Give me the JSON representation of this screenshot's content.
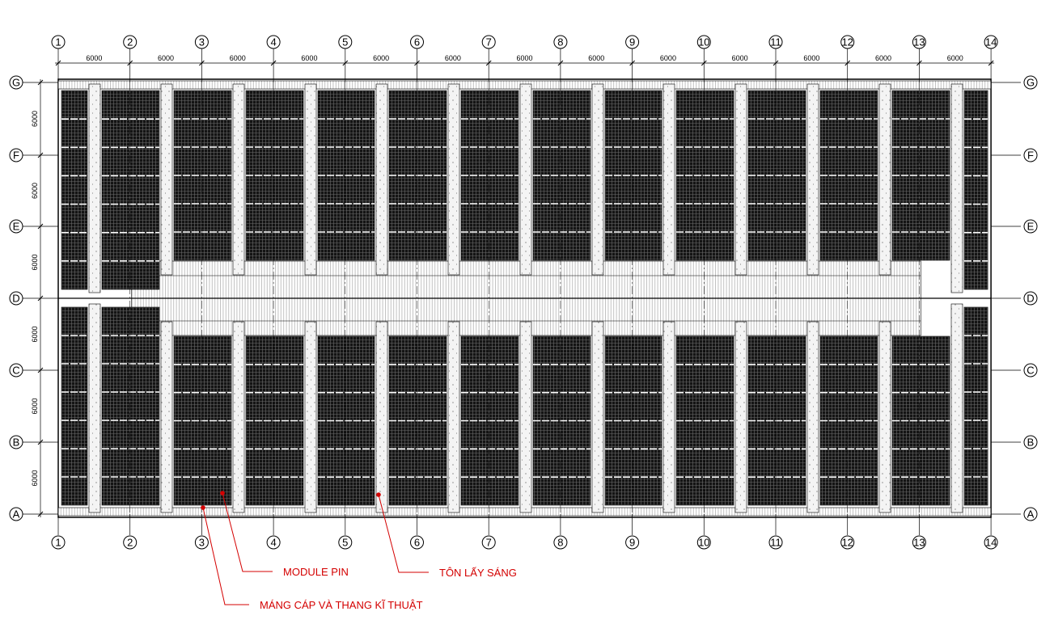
{
  "grid": {
    "columns": [
      "1",
      "2",
      "3",
      "4",
      "5",
      "6",
      "7",
      "8",
      "9",
      "10",
      "11",
      "12",
      "13",
      "14"
    ],
    "rows": [
      "G",
      "F",
      "E",
      "D",
      "C",
      "B",
      "A"
    ],
    "column_spacing": "6000",
    "row_spacing": "6000"
  },
  "annotations": {
    "module": "MODULE PIN",
    "skylight": "TÔN LẤY SÁNG",
    "cable": "MÁNG CÁP VÀ THANG KĨ THUẬT"
  },
  "colors": {
    "line": "#000000",
    "panel": "#141414",
    "panel_grid": "#6a6a6a",
    "skylight_fill": "#f2f2f2",
    "note": "#d40000"
  }
}
